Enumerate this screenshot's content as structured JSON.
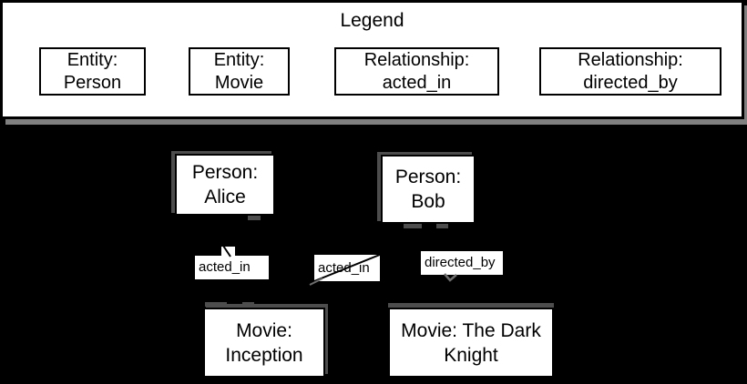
{
  "legend": {
    "title": "Legend",
    "items": [
      {
        "line1": "Entity:",
        "line2": "Person"
      },
      {
        "line1": "Entity:",
        "line2": "Movie"
      },
      {
        "line1": "Relationship:",
        "line2": "acted_in"
      },
      {
        "line1": "Relationship:",
        "line2": "directed_by"
      }
    ]
  },
  "graph": {
    "nodes": [
      {
        "line1": "Person:",
        "line2": "Alice"
      },
      {
        "line1": "Person:",
        "line2": "Bob"
      },
      {
        "line1": "Movie:",
        "line2": "Inception"
      },
      {
        "line1": "Movie: The Dark",
        "line2": "Knight"
      }
    ],
    "edge_labels": [
      "acted_in",
      "acted_in",
      "directed_by"
    ],
    "edges": [
      {
        "from": "Person: Alice",
        "to": "Movie: Inception",
        "label": "acted_in"
      },
      {
        "from": "Person: Bob",
        "to": "Movie: Inception",
        "label": "acted_in"
      },
      {
        "from": "Person: Bob",
        "to": "Movie: The Dark Knight",
        "label": "directed_by"
      }
    ]
  },
  "colors": {
    "bg": "#000000",
    "panel": "#ffffff",
    "ink": "#000000",
    "shadow": "#808080"
  }
}
